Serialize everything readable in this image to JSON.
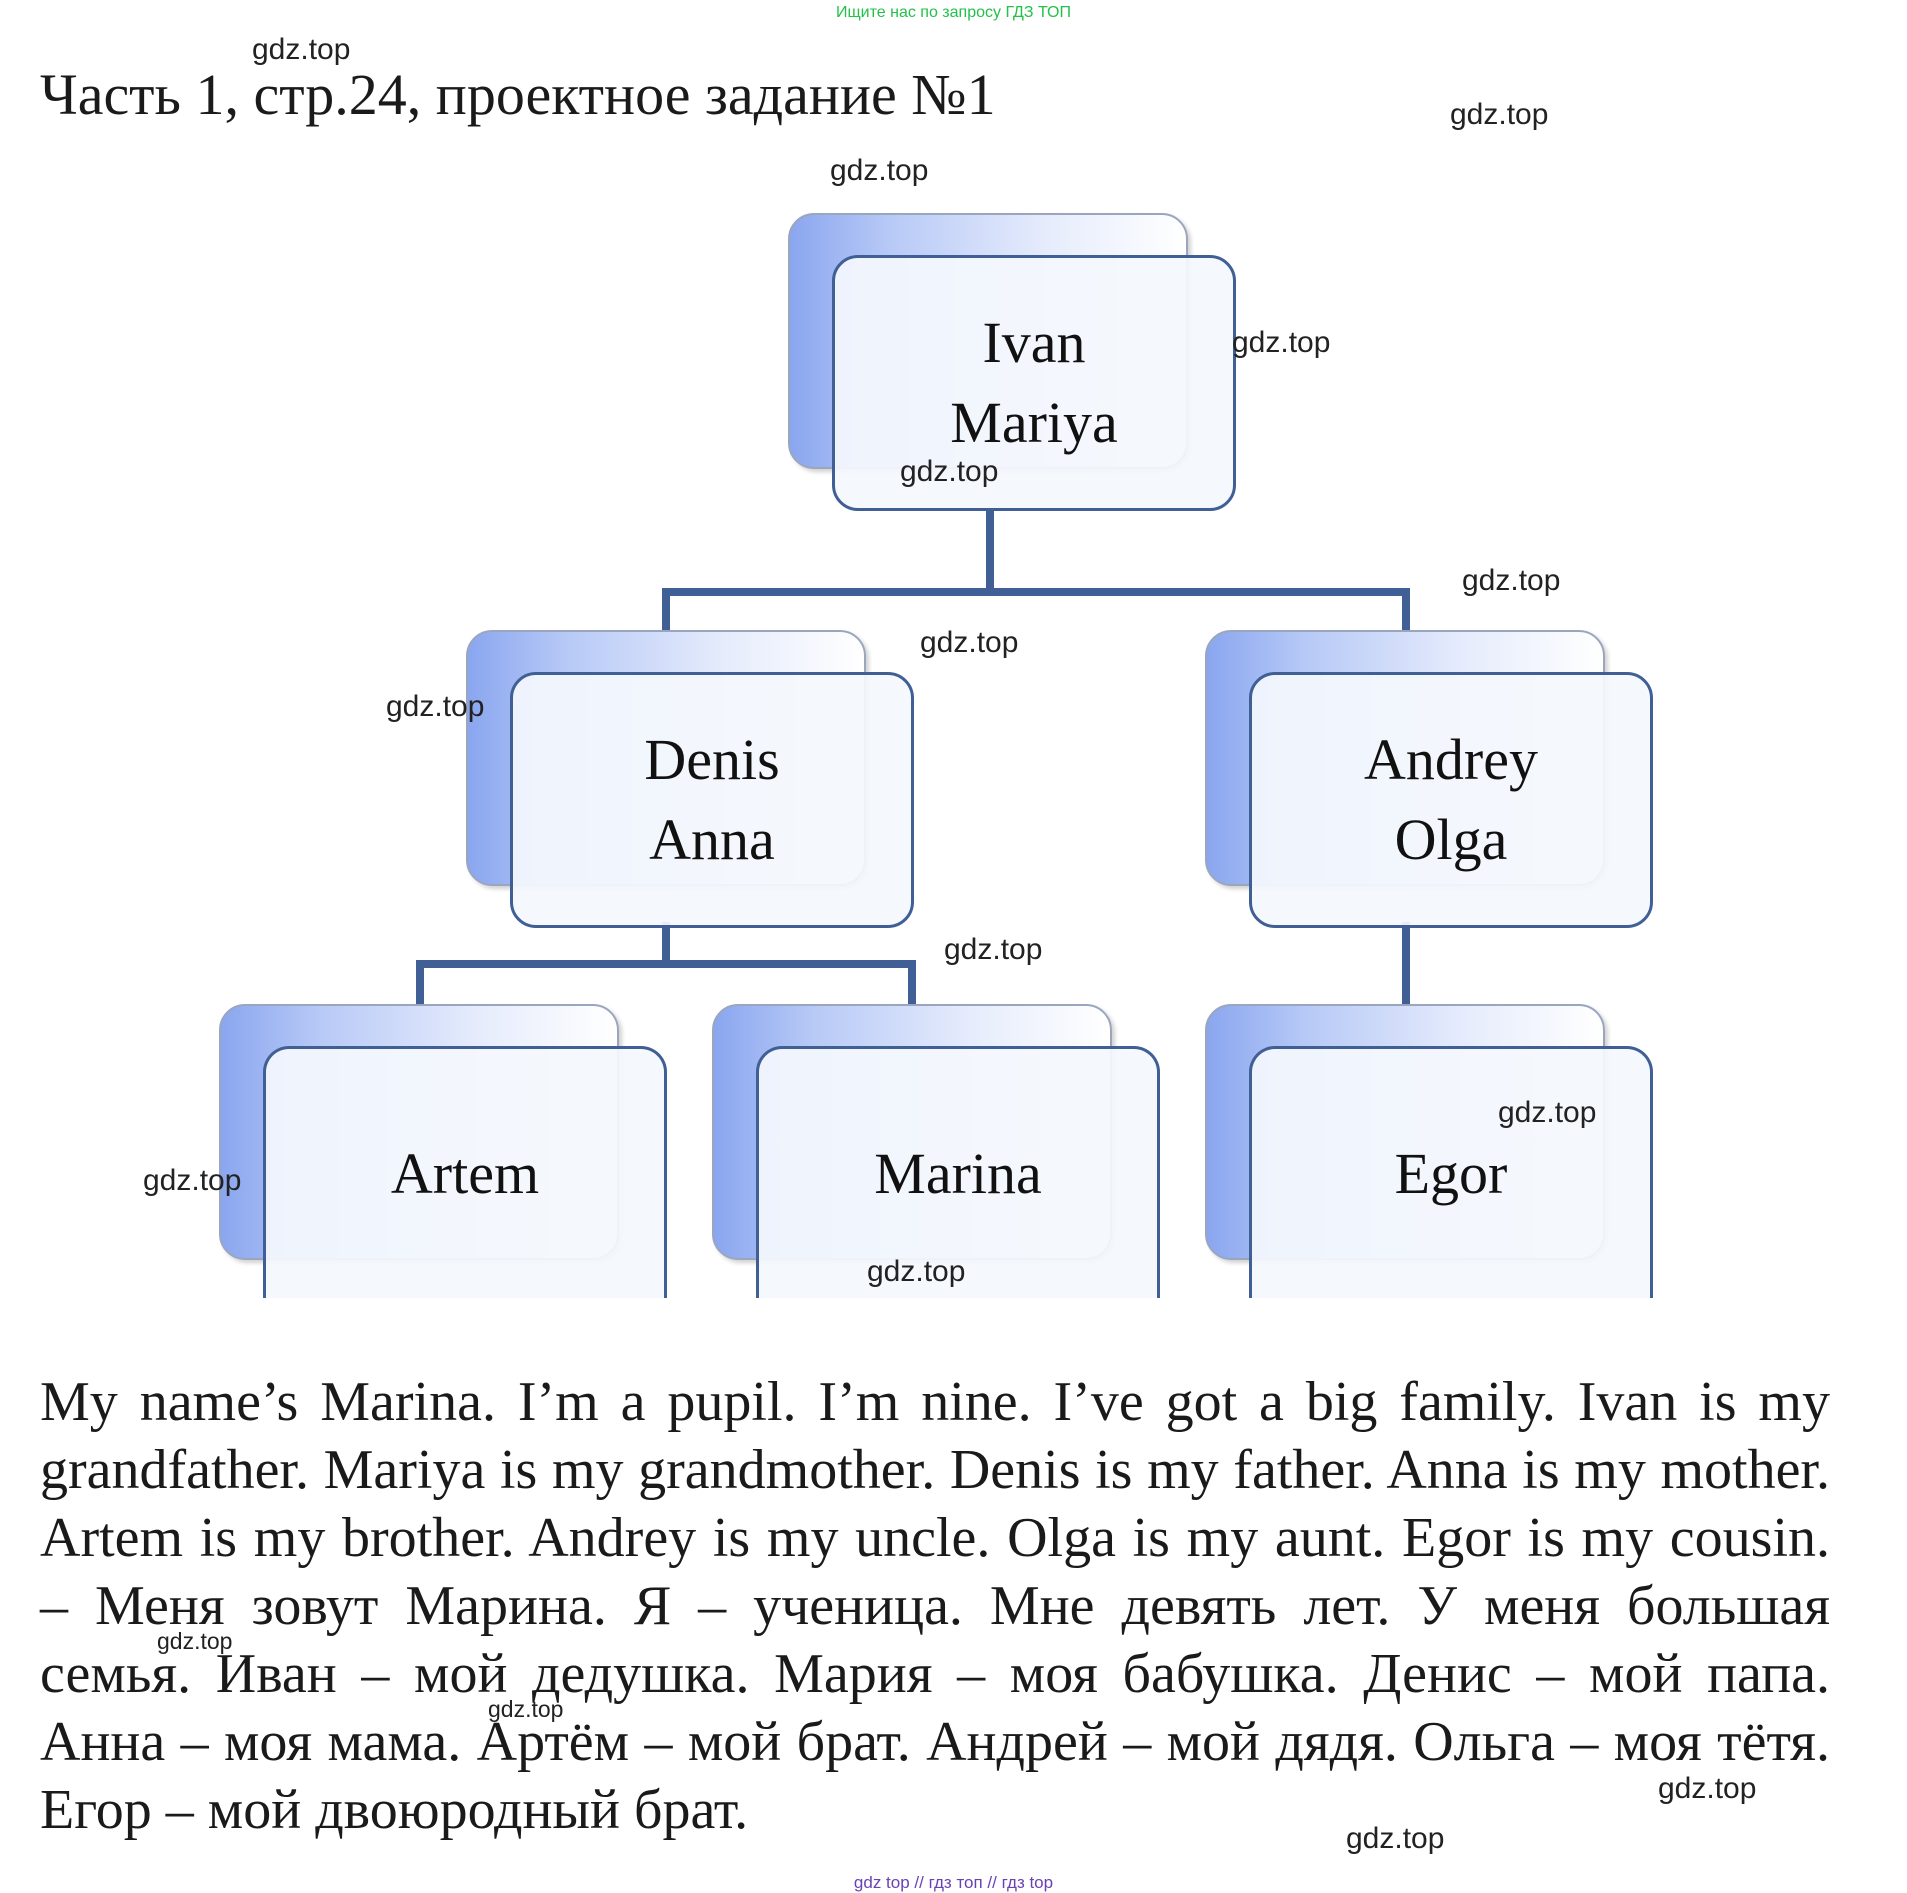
{
  "banner": "Ищите нас по запросу ГДЗ ТОП",
  "title": "Часть 1, стр.24, проектное задание №1",
  "tree": {
    "root": [
      "Ivan",
      "Mariya"
    ],
    "left": [
      "Denis",
      "Anna"
    ],
    "right": [
      "Andrey",
      "Olga"
    ],
    "left_child_1": [
      "Artem"
    ],
    "left_child_2": [
      "Marina"
    ],
    "right_child": [
      "Egor"
    ]
  },
  "paragraph": "My name’s Marina. I’m a pupil. I’m nine. I’ve got a big family. Ivan is my grandfather. Mariya is my grandmother. Denis is my father. Anna is my mother. Artem is my brother. Andrey is my uncle. Olga is my aunt. Egor is my cousin. – Меня зовут Марина. Я – ученица. Мне девять лет. У меня большая семья. Иван – мой дедушка. Мария – моя бабушка. Денис – мой папа. Анна – моя мама. Артём – мой брат. Андрей – мой дядя. Ольга – моя тётя. Егор – мой двоюродный брат.",
  "watermark": "gdz.top",
  "footer": "gdz top // гдз топ // гдз top",
  "colors": {
    "connector": "#3f5f95",
    "banner": "#23c04a",
    "footer": "#6a42b4"
  }
}
